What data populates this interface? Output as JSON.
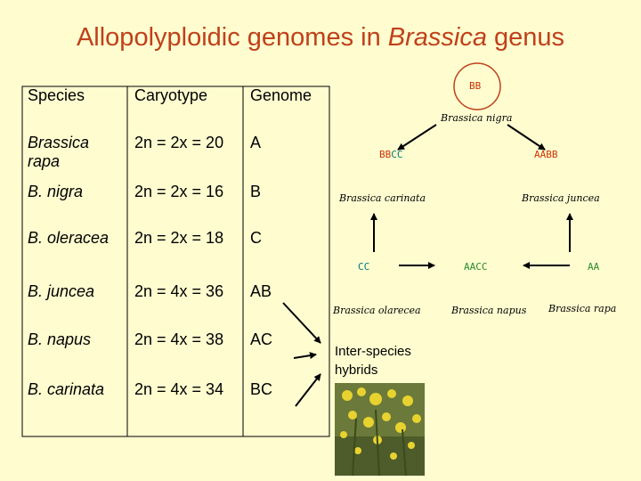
{
  "title": {
    "prefix": "Allopolyploidic genomes in ",
    "italic": "Brassica",
    "suffix": " genus"
  },
  "table": {
    "headers": [
      "Species",
      "Caryotype",
      "Genome"
    ],
    "rows": [
      {
        "species": "Brassica rapa",
        "caryotype": "2n = 2x = 20",
        "genome": "A"
      },
      {
        "species": "B. nigra",
        "caryotype": "2n = 2x = 16",
        "genome": "B"
      },
      {
        "species": "B. oleracea",
        "caryotype": "2n = 2x = 18",
        "genome": "C"
      },
      {
        "species": "B. juncea",
        "caryotype": "2n = 4x = 36",
        "genome": "AB"
      },
      {
        "species": "B. napus",
        "caryotype": "2n = 4x = 38",
        "genome": "AC"
      },
      {
        "species": "B. carinata",
        "caryotype": "2n = 4x = 34",
        "genome": "BC"
      }
    ]
  },
  "triangle": {
    "bb": {
      "genome": "BB",
      "name": "Brassica nigra"
    },
    "bbcc": {
      "genome_b": "BB",
      "genome_c": "CC",
      "name": "Brassica carinata"
    },
    "aabb": {
      "genome": "AABB",
      "name": "Brassica juncea"
    },
    "cc": {
      "genome": "CC",
      "name": "Brassica olarecea"
    },
    "aacc": {
      "genome": "AACC",
      "name": "Brassica napus"
    },
    "aa": {
      "genome": "AA",
      "name": "Brassica rapa"
    }
  },
  "hybrids_label": "Inter-species hybrids",
  "colors": {
    "title": "#c0401a",
    "b_genome": "#cc3300",
    "c_genome": "#007a7a",
    "a_genome": "#2a8a2a",
    "background": "#fffdd0"
  },
  "icons": {
    "circle_bb": "circle-outline",
    "photo": "brassica-flowers-photo"
  }
}
